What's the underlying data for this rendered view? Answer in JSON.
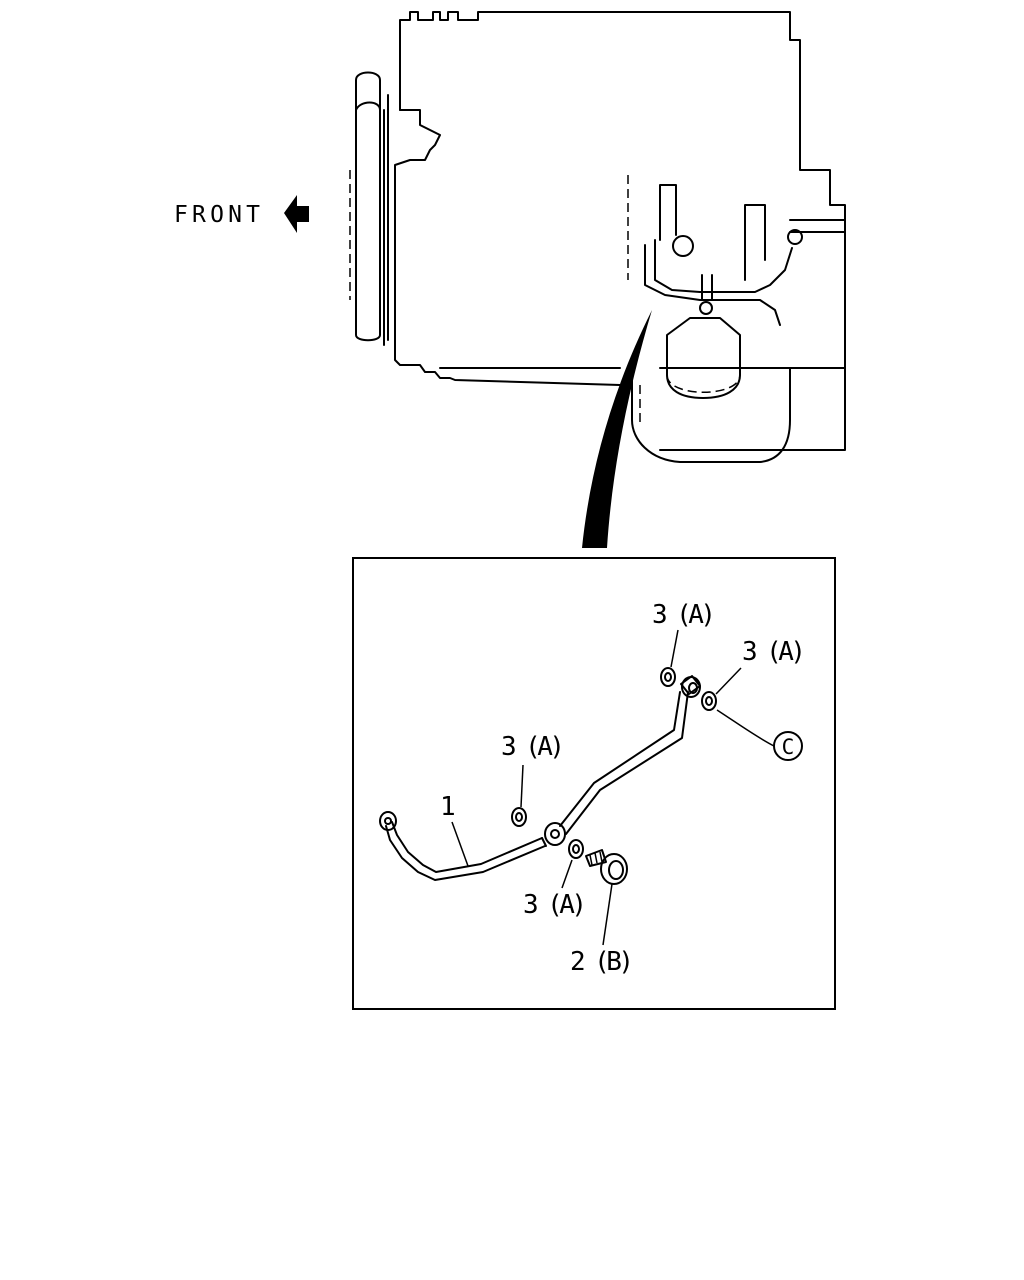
{
  "direction": {
    "label": "FRONT",
    "icon": "left-arrow-icon"
  },
  "detail_view": {
    "parts": [
      {
        "id": "oil-pipe",
        "label": "1"
      },
      {
        "id": "bolt",
        "label": "2 (B)"
      },
      {
        "id": "washer-1",
        "label": "3 (A)"
      },
      {
        "id": "washer-2",
        "label": "3 (A)"
      },
      {
        "id": "washer-3",
        "label": "3 (A)"
      },
      {
        "id": "washer-4",
        "label": "3 (A)"
      }
    ],
    "reference": {
      "label": "C"
    }
  }
}
